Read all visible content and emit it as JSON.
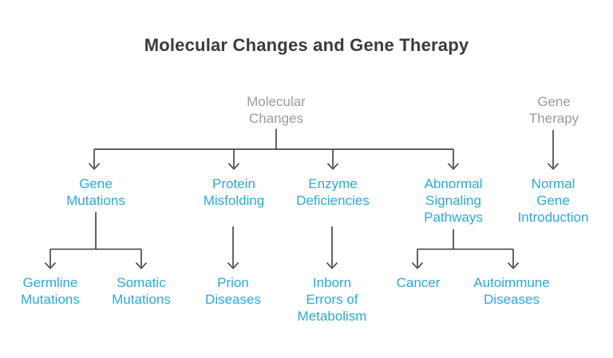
{
  "title": "Molecular Changes and Gene Therapy",
  "colors": {
    "title_text": "#3b3b3b",
    "root_node_text": "#9b9b9b",
    "child_node_text": "#2ba8df",
    "connector_line": "#3d3d3d",
    "background": "#ffffff"
  },
  "nodes": {
    "molecular_changes": {
      "label": "Molecular\nChanges"
    },
    "gene_therapy": {
      "label": "Gene\nTherapy"
    },
    "gene_mutations": {
      "label": "Gene\nMutations"
    },
    "protein_misfolding": {
      "label": "Protein\nMisfolding"
    },
    "enzyme_deficiencies": {
      "label": "Enzyme\nDeficiencies"
    },
    "abnormal_signaling": {
      "label": "Abnormal\nSignaling\nPathways"
    },
    "normal_gene_introduction": {
      "label": "Normal\nGene\nIntroduction"
    },
    "germline_mutations": {
      "label": "Germline\nMutations"
    },
    "somatic_mutations": {
      "label": "Somatic\nMutations"
    },
    "prion_diseases": {
      "label": "Prion\nDiseases"
    },
    "inborn_errors": {
      "label": "Inborn\nErrors of\nMetabolism"
    },
    "cancer": {
      "label": "Cancer"
    },
    "autoimmune_diseases": {
      "label": "Autoimmune\nDiseases"
    }
  },
  "edges": [
    {
      "from": "Molecular Changes",
      "to": "Gene Mutations"
    },
    {
      "from": "Molecular Changes",
      "to": "Protein Misfolding"
    },
    {
      "from": "Molecular Changes",
      "to": "Enzyme Deficiencies"
    },
    {
      "from": "Molecular Changes",
      "to": "Abnormal Signaling Pathways"
    },
    {
      "from": "Gene Therapy",
      "to": "Normal Gene Introduction"
    },
    {
      "from": "Gene Mutations",
      "to": "Germline Mutations"
    },
    {
      "from": "Gene Mutations",
      "to": "Somatic Mutations"
    },
    {
      "from": "Protein Misfolding",
      "to": "Prion Diseases"
    },
    {
      "from": "Enzyme Deficiencies",
      "to": "Inborn Errors of Metabolism"
    },
    {
      "from": "Abnormal Signaling Pathways",
      "to": "Cancer"
    },
    {
      "from": "Abnormal Signaling Pathways",
      "to": "Autoimmune Diseases"
    }
  ]
}
